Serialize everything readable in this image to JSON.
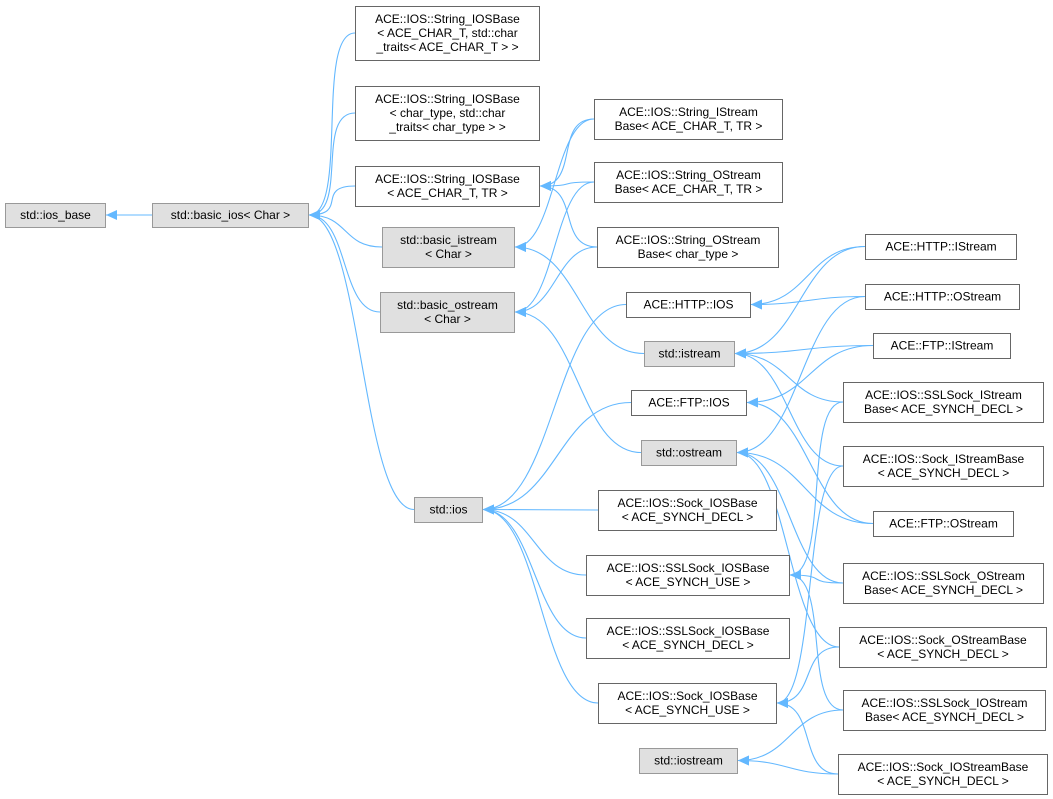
{
  "nodes": [
    {
      "id": "ios_base",
      "kind": "ext",
      "lines": [
        "std::ios_base"
      ]
    },
    {
      "id": "basic_ios",
      "kind": "ext",
      "lines": [
        "std::basic_ios< Char >"
      ]
    },
    {
      "id": "str_iosbase_ace",
      "kind": "cls",
      "lines": [
        "ACE::IOS::String_IOSBase",
        "< ACE_CHAR_T, std::char",
        "_traits< ACE_CHAR_T > >"
      ]
    },
    {
      "id": "str_iosbase_char",
      "kind": "cls",
      "lines": [
        "ACE::IOS::String_IOSBase",
        "< char_type, std::char",
        "_traits< char_type > >"
      ]
    },
    {
      "id": "str_iosbase_tr",
      "kind": "cls",
      "lines": [
        "ACE::IOS::String_IOSBase",
        "< ACE_CHAR_T, TR >"
      ]
    },
    {
      "id": "basic_istream",
      "kind": "ext",
      "lines": [
        "std::basic_istream",
        "< Char >"
      ]
    },
    {
      "id": "basic_ostream",
      "kind": "ext",
      "lines": [
        "std::basic_ostream",
        "< Char >"
      ]
    },
    {
      "id": "str_istreambase",
      "kind": "cls",
      "lines": [
        "ACE::IOS::String_IStream",
        "Base< ACE_CHAR_T, TR >"
      ]
    },
    {
      "id": "str_ostreambase",
      "kind": "cls",
      "lines": [
        "ACE::IOS::String_OStream",
        "Base< ACE_CHAR_T, TR >"
      ]
    },
    {
      "id": "str_ostreambase_char",
      "kind": "cls",
      "lines": [
        "ACE::IOS::String_OStream",
        "Base< char_type >"
      ]
    },
    {
      "id": "http_ios",
      "kind": "cls",
      "lines": [
        "ACE::HTTP::IOS"
      ]
    },
    {
      "id": "istream",
      "kind": "ext",
      "lines": [
        "std::istream"
      ]
    },
    {
      "id": "ftp_ios",
      "kind": "cls",
      "lines": [
        "ACE::FTP::IOS"
      ]
    },
    {
      "id": "ostream",
      "kind": "ext",
      "lines": [
        "std::ostream"
      ]
    },
    {
      "id": "std_ios",
      "kind": "ext",
      "lines": [
        "std::ios"
      ]
    },
    {
      "id": "sock_iosbase_decl",
      "kind": "cls",
      "lines": [
        "ACE::IOS::Sock_IOSBase",
        "< ACE_SYNCH_DECL >"
      ]
    },
    {
      "id": "ssl_iosbase_use",
      "kind": "cls",
      "lines": [
        "ACE::IOS::SSLSock_IOSBase",
        "< ACE_SYNCH_USE >"
      ]
    },
    {
      "id": "ssl_iosbase_decl",
      "kind": "cls",
      "lines": [
        "ACE::IOS::SSLSock_IOSBase",
        "< ACE_SYNCH_DECL >"
      ]
    },
    {
      "id": "sock_iosbase_use",
      "kind": "cls",
      "lines": [
        "ACE::IOS::Sock_IOSBase",
        "< ACE_SYNCH_USE >"
      ]
    },
    {
      "id": "iostream",
      "kind": "ext",
      "lines": [
        "std::iostream"
      ]
    },
    {
      "id": "http_istream",
      "kind": "cls",
      "lines": [
        "ACE::HTTP::IStream"
      ]
    },
    {
      "id": "http_ostream",
      "kind": "cls",
      "lines": [
        "ACE::HTTP::OStream"
      ]
    },
    {
      "id": "ftp_istream",
      "kind": "cls",
      "lines": [
        "ACE::FTP::IStream"
      ]
    },
    {
      "id": "ssl_istreambase",
      "kind": "cls",
      "lines": [
        "ACE::IOS::SSLSock_IStream",
        "Base< ACE_SYNCH_DECL >"
      ]
    },
    {
      "id": "sock_istreambase",
      "kind": "cls",
      "lines": [
        "ACE::IOS::Sock_IStreamBase",
        "< ACE_SYNCH_DECL >"
      ]
    },
    {
      "id": "ftp_ostream",
      "kind": "cls",
      "lines": [
        "ACE::FTP::OStream"
      ]
    },
    {
      "id": "ssl_ostreambase",
      "kind": "cls",
      "lines": [
        "ACE::IOS::SSLSock_OStream",
        "Base< ACE_SYNCH_DECL >"
      ]
    },
    {
      "id": "sock_ostreambase",
      "kind": "cls",
      "lines": [
        "ACE::IOS::Sock_OStreamBase",
        "< ACE_SYNCH_DECL >"
      ]
    },
    {
      "id": "ssl_iostreambase",
      "kind": "cls",
      "lines": [
        "ACE::IOS::SSLSock_IOStream",
        "Base< ACE_SYNCH_DECL >"
      ]
    },
    {
      "id": "sock_iostreambase",
      "kind": "cls",
      "lines": [
        "ACE::IOS::Sock_IOStreamBase",
        "< ACE_SYNCH_DECL >"
      ]
    }
  ],
  "edges": [
    [
      "ios_base",
      "basic_ios"
    ],
    [
      "basic_ios",
      "str_iosbase_ace"
    ],
    [
      "basic_ios",
      "str_iosbase_char"
    ],
    [
      "basic_ios",
      "str_iosbase_tr"
    ],
    [
      "basic_ios",
      "basic_istream"
    ],
    [
      "basic_ios",
      "basic_ostream"
    ],
    [
      "basic_ios",
      "std_ios"
    ],
    [
      "str_iosbase_tr",
      "str_istreambase"
    ],
    [
      "str_iosbase_tr",
      "str_ostreambase"
    ],
    [
      "str_iosbase_tr",
      "str_ostreambase_char"
    ],
    [
      "basic_istream",
      "str_istreambase"
    ],
    [
      "basic_istream",
      "istream"
    ],
    [
      "basic_ostream",
      "str_ostreambase"
    ],
    [
      "basic_ostream",
      "str_ostreambase_char"
    ],
    [
      "basic_ostream",
      "ostream"
    ],
    [
      "std_ios",
      "http_ios"
    ],
    [
      "std_ios",
      "ftp_ios"
    ],
    [
      "std_ios",
      "sock_iosbase_decl"
    ],
    [
      "std_ios",
      "ssl_iosbase_use"
    ],
    [
      "std_ios",
      "ssl_iosbase_decl"
    ],
    [
      "std_ios",
      "sock_iosbase_use"
    ],
    [
      "http_ios",
      "http_istream"
    ],
    [
      "http_ios",
      "http_ostream"
    ],
    [
      "istream",
      "http_istream"
    ],
    [
      "istream",
      "ftp_istream"
    ],
    [
      "istream",
      "ssl_istreambase"
    ],
    [
      "istream",
      "sock_istreambase"
    ],
    [
      "ftp_ios",
      "ftp_istream"
    ],
    [
      "ftp_ios",
      "ftp_ostream"
    ],
    [
      "ostream",
      "http_ostream"
    ],
    [
      "ostream",
      "ftp_ostream"
    ],
    [
      "ostream",
      "ssl_ostreambase"
    ],
    [
      "ostream",
      "sock_ostreambase"
    ],
    [
      "ssl_iosbase_use",
      "ssl_istreambase"
    ],
    [
      "ssl_iosbase_use",
      "ssl_ostreambase"
    ],
    [
      "ssl_iosbase_use",
      "ssl_iostreambase"
    ],
    [
      "sock_iosbase_use",
      "sock_istreambase"
    ],
    [
      "sock_iosbase_use",
      "sock_ostreambase"
    ],
    [
      "sock_iosbase_use",
      "sock_iostreambase"
    ],
    [
      "iostream",
      "ssl_iostreambase"
    ],
    [
      "iostream",
      "sock_iostreambase"
    ]
  ],
  "colors": {
    "edge": "#63b8ff",
    "external_fill": "#e0e0e0",
    "class_fill": "#ffffff",
    "border": "#666666"
  }
}
